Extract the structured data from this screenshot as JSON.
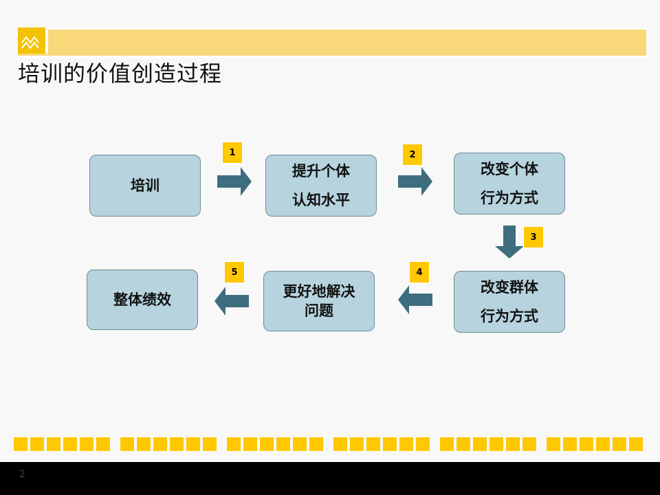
{
  "title": "培训的价值创造过程",
  "colors": {
    "accent": "#ffc800",
    "box_fill": "#b6d3de",
    "arrow": "#3e6d7f",
    "header_band": "#f9d87a"
  },
  "boxes": {
    "b1": {
      "lines": [
        "培训"
      ]
    },
    "b2": {
      "lines": [
        "提升个体",
        "认知水平"
      ]
    },
    "b3": {
      "lines": [
        "改变个体",
        "行为方式"
      ]
    },
    "b4": {
      "lines": [
        "改变群体",
        "行为方式"
      ]
    },
    "b5": {
      "lines": [
        "更好地解决",
        "问题"
      ]
    },
    "b6": {
      "lines": [
        "整体绩效"
      ]
    }
  },
  "steps": [
    "1",
    "2",
    "3",
    "4",
    "5"
  ],
  "page_number": "2"
}
